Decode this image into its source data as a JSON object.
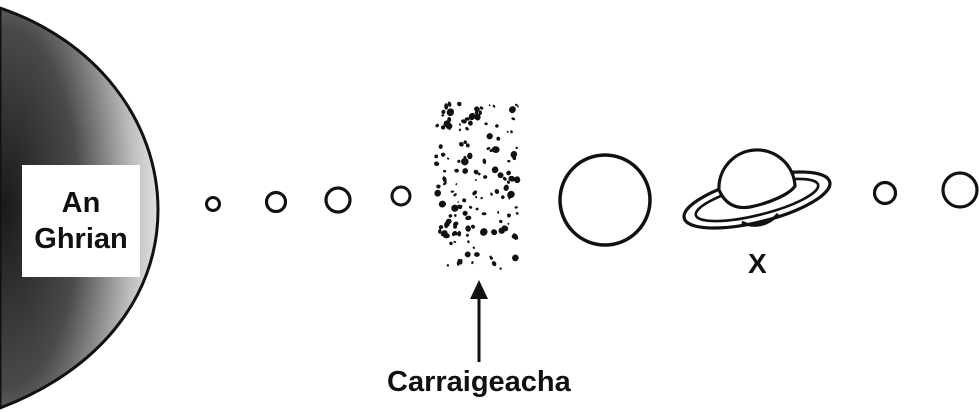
{
  "labels": {
    "sun_line1": "An",
    "sun_line2": "Ghrian",
    "planet_x": "X",
    "asteroid_belt": "Carraigeacha"
  },
  "colors": {
    "ink": "#111111",
    "sun_shade": "#3a3a3a",
    "background": "#ffffff"
  }
}
